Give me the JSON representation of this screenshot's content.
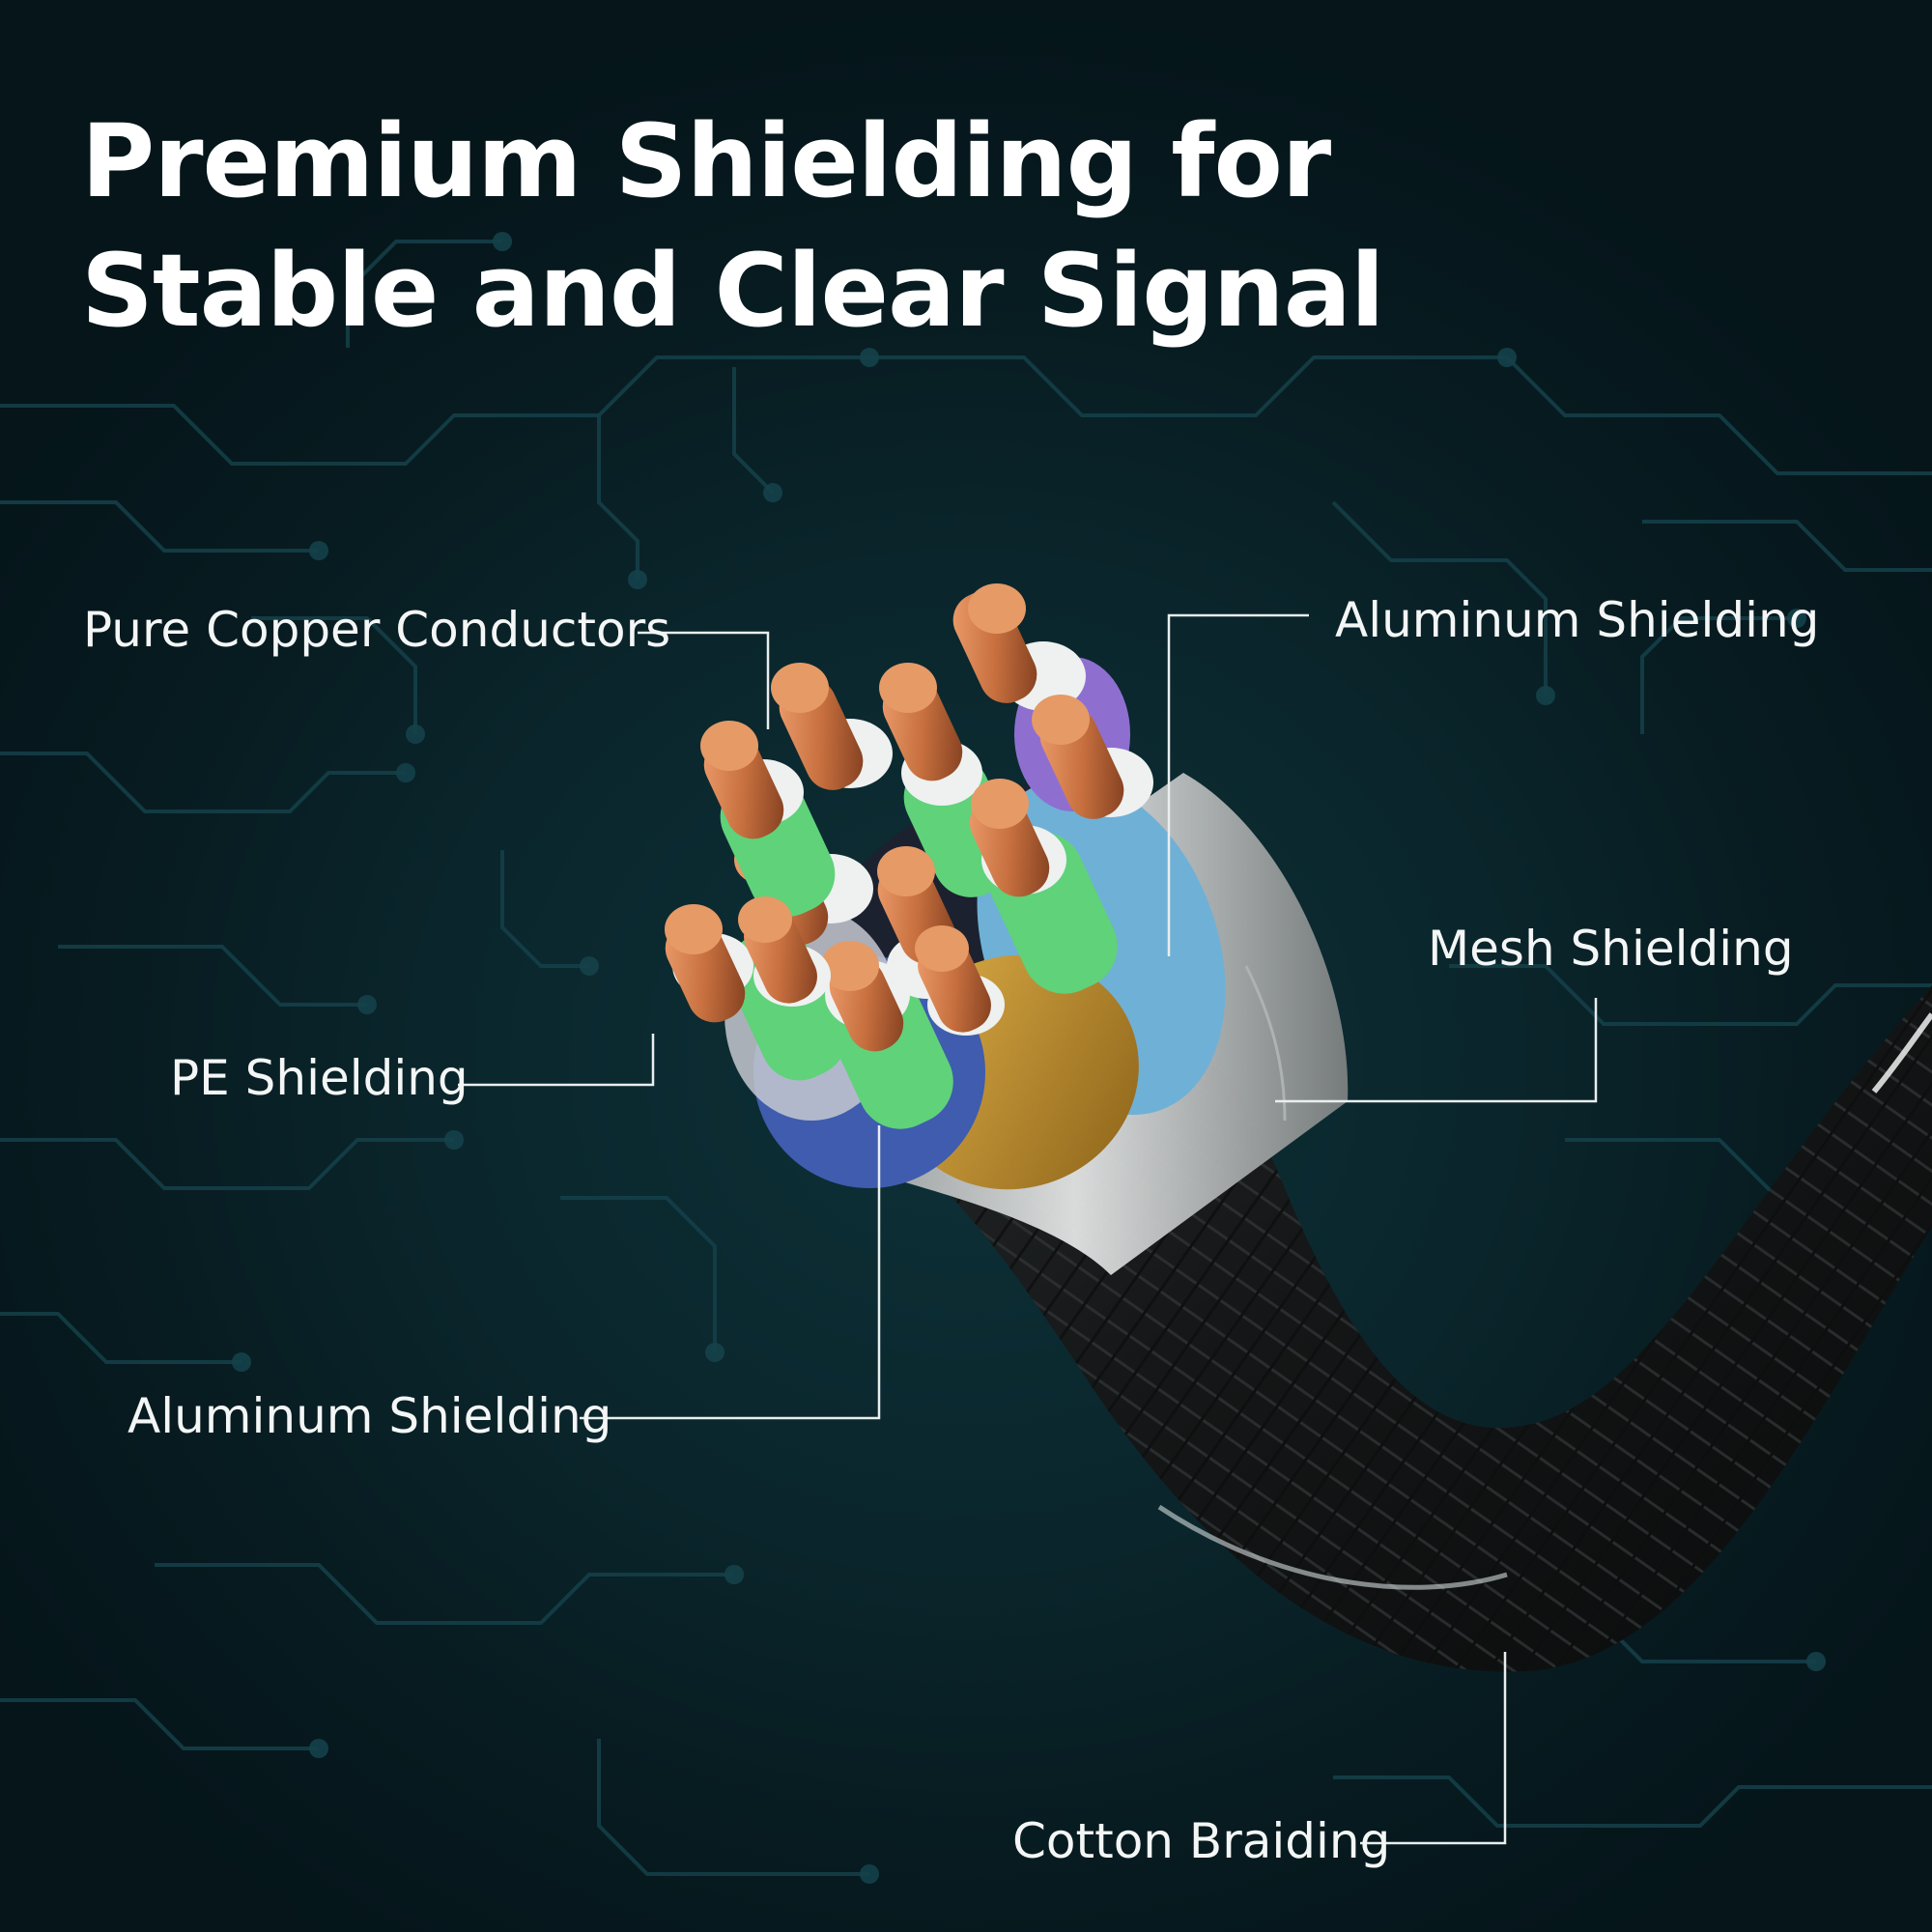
{
  "headline": {
    "line1": "Premium Shielding for",
    "line2": "Stable and Clear Signal"
  },
  "callouts": [
    {
      "id": "copper",
      "label": "Pure Copper Conductors"
    },
    {
      "id": "aluminum-top",
      "label": "Aluminum Shielding"
    },
    {
      "id": "mesh",
      "label": "Mesh Shielding"
    },
    {
      "id": "pe",
      "label": "PE Shielding"
    },
    {
      "id": "aluminum-bottom",
      "label": "Aluminum Shielding"
    },
    {
      "id": "cotton",
      "label": "Cotton Braiding"
    }
  ],
  "colors": {
    "background": "#071c22",
    "circuit_trace": "#15414a",
    "text": "#ffffff",
    "leader_line": "#e9eeee",
    "copper": "#c8703f",
    "insulation_white": "#eef1f0",
    "jacket_green": "#5fd27a",
    "foil_gold": "#c9962e",
    "foil_blue": "#3f5cae",
    "foil_light_blue": "#6fb0d6",
    "foil_purple": "#8e6fd0",
    "mesh_silver": "#c9cccc",
    "braid_black": "#141617"
  },
  "icons": [
    "cable-cross-section-illustration",
    "circuit-board-pattern"
  ]
}
